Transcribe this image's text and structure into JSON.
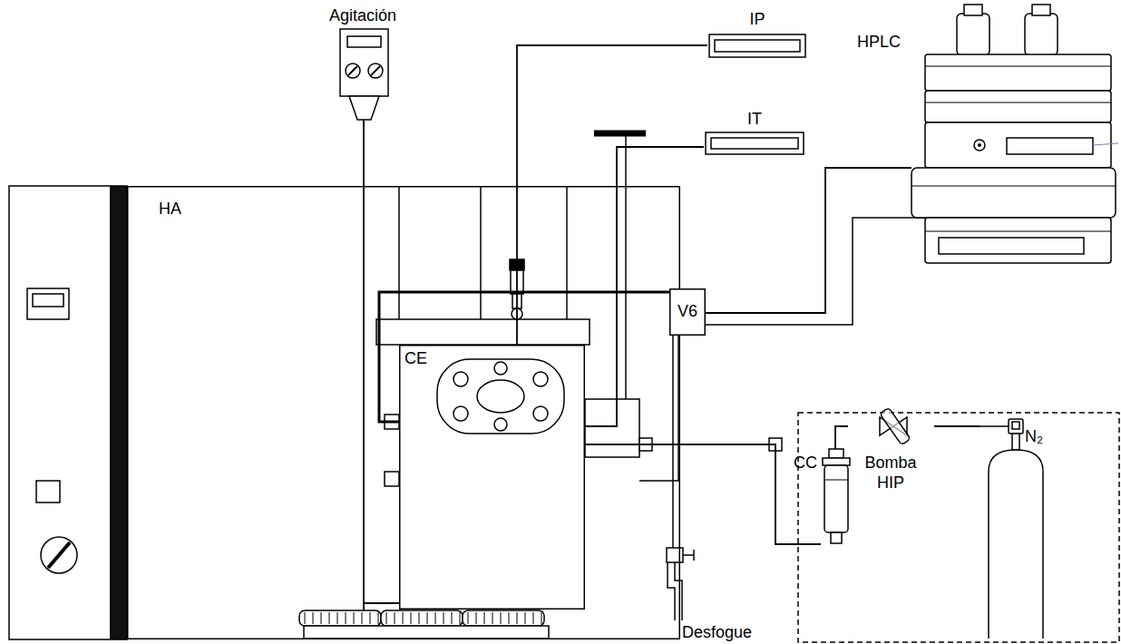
{
  "diagram": {
    "nodes": [
      {
        "text": [
          "Agitación"
        ]
      },
      {
        "text": [
          "IP"
        ]
      },
      {
        "text": [
          "IT"
        ]
      },
      {
        "text": [
          "HPLC"
        ]
      },
      {
        "text": [
          "HA"
        ]
      },
      {
        "text": [
          "CE"
        ],
        "in": 4
      },
      {
        "text": [
          "V6"
        ]
      },
      {
        "text": [
          "CC"
        ]
      },
      {
        "text": [
          "Bomba HIP"
        ]
      },
      {
        "text": [
          "N₂"
        ]
      }
    ],
    "edges": [
      {
        "from": 0,
        "to": 5,
        "arrow": "none"
      },
      {
        "from": 1,
        "to": 5,
        "arrow": "none"
      },
      {
        "from": 2,
        "to": 5,
        "arrow": "none"
      },
      {
        "from": 5,
        "to": 6,
        "arrow": "none"
      },
      {
        "from": 6,
        "to": 3,
        "arrow": "none"
      },
      {
        "from": 7,
        "to": 5,
        "arrow": "none"
      },
      {
        "from": 8,
        "to": 7,
        "arrow": "none"
      },
      {
        "from": 9,
        "to": 8,
        "arrow": "none"
      }
    ],
    "labels": [
      "Desfogue"
    ]
  }
}
